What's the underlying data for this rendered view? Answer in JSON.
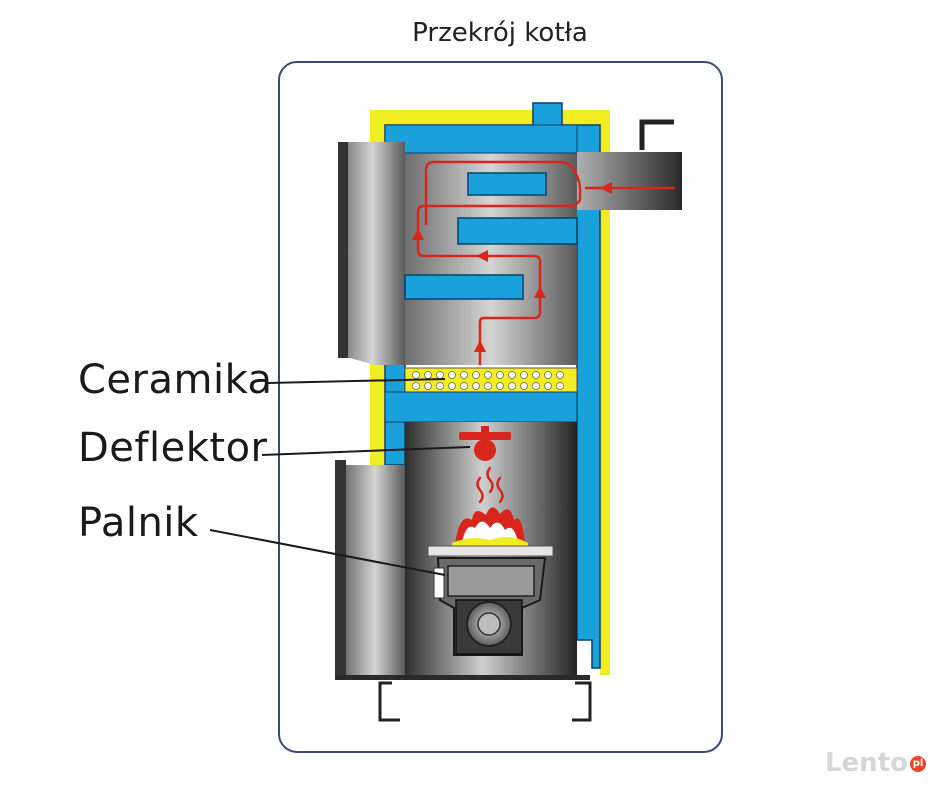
{
  "title": "Przekrój kotła",
  "labels": {
    "ceramika": "Ceramika",
    "deflektor": "Deflektor",
    "palnik": "Palnik"
  },
  "watermark": "Lento",
  "watermark_badge": "pl",
  "colors": {
    "water_jacket": "#1aa1dc",
    "insulation": "#f2ec22",
    "flue_gas": "#d9261c",
    "chamber_dark": "#3a3a3a",
    "frame": "#3b4a7a"
  }
}
